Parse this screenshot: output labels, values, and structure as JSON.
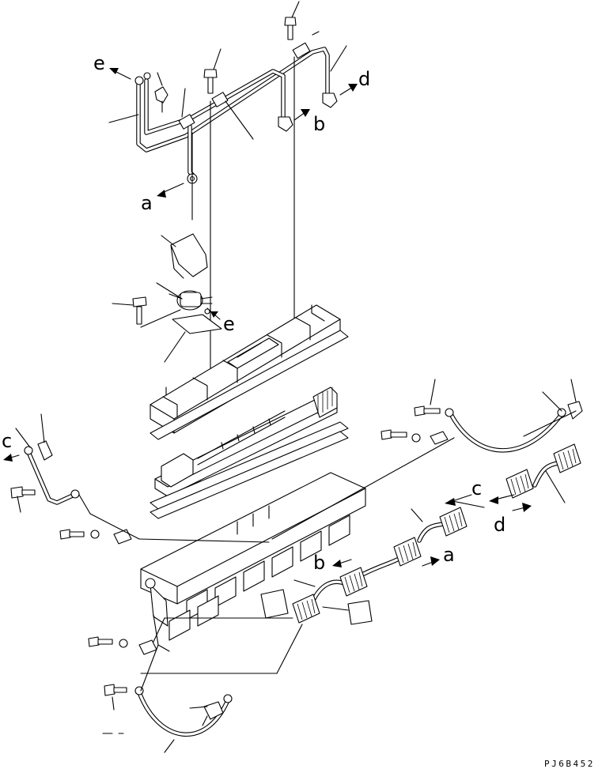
{
  "callouts": {
    "a": "a",
    "b": "b",
    "c": "c",
    "d": "d",
    "e": "e"
  },
  "drawing_code": "PJ6B452"
}
